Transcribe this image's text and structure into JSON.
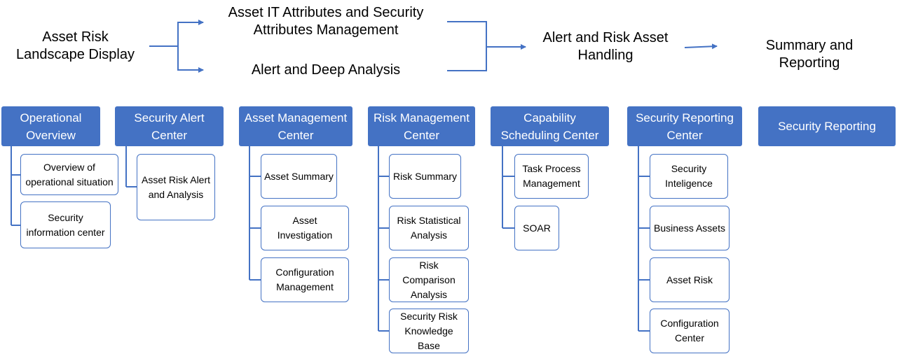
{
  "flow": {
    "step1": "Asset Risk\nLandscape Display",
    "step2a": "Asset IT Attributes and Security\nAttributes Management",
    "step2b": "Alert and Deep Analysis",
    "step3": "Alert and Risk Asset\nHandling",
    "step4": "Summary and\nReporting"
  },
  "centers": [
    {
      "title": "Operational\nOverview",
      "items": [
        "Overview of\noperational situation",
        "Security\ninformation center"
      ]
    },
    {
      "title": "Security Alert\nCenter",
      "items": [
        "Asset Risk Alert\nand Analysis"
      ]
    },
    {
      "title": "Asset Management\nCenter",
      "items": [
        "Asset Summary",
        "Asset\nInvestigation",
        "Configuration\nManagement"
      ]
    },
    {
      "title": "Risk Management\nCenter",
      "items": [
        "Risk Summary",
        "Risk Statistical\nAnalysis",
        "Risk\nComparison\nAnalysis",
        "Security Risk\nKnowledge\nBase"
      ]
    },
    {
      "title": "Capability\nScheduling Center",
      "items": [
        "Task Process\nManagement",
        "SOAR"
      ]
    },
    {
      "title": "Security Reporting\nCenter",
      "items": [
        "Security\nInteligence",
        "Business Assets",
        "Asset Risk",
        "Configuration\nCenter"
      ]
    },
    {
      "title": "Security Reporting",
      "items": []
    }
  ],
  "colors": {
    "header_fill": "#4472c4",
    "header_text": "#ffffff",
    "box_border": "#4472c4",
    "connector": "#4472c4"
  }
}
